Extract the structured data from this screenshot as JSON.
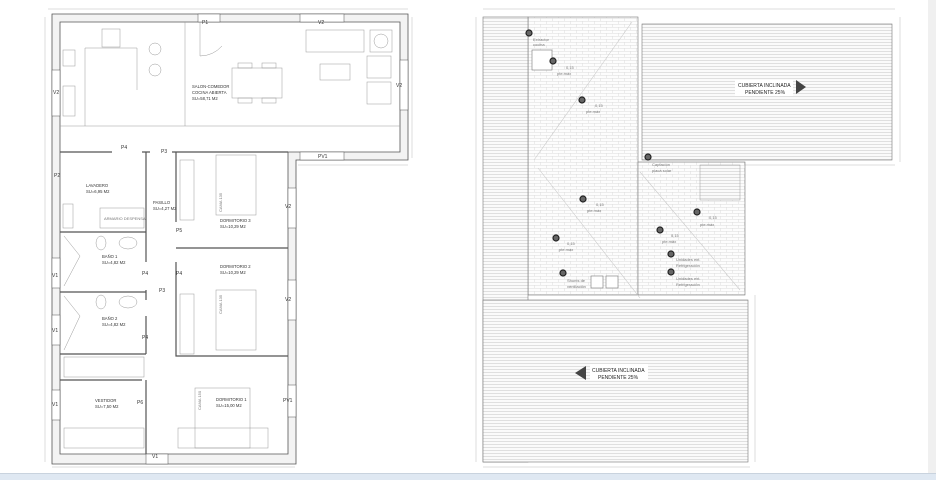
{
  "ground_floor": {
    "rooms": [
      {
        "name": "SALON-COMEDOR",
        "line2": "COCINA ABIERTA",
        "area": "SU=58,71 M2"
      },
      {
        "name": "LAVADERO",
        "area": "SU=6,95 M2"
      },
      {
        "name": "PASILLO",
        "area": "SU=4,27 M2"
      },
      {
        "name": "DORMITORIO 3",
        "area": "SU=10,29 M2"
      },
      {
        "name": "DORMITORIO 2",
        "area": "SU=10,29 M2"
      },
      {
        "name": "BAÑO 1",
        "area": "SU=4,82 M2"
      },
      {
        "name": "BAÑO 2",
        "area": "SU=4,82 M2"
      },
      {
        "name": "VESTIDOR",
        "area": "SU=7,50 M2"
      },
      {
        "name": "DORMITORIO 1",
        "area": "SU=15,00 M2"
      }
    ],
    "furniture_labels": {
      "pantry": "ARMARIO DESPENSA",
      "bed135": "CAMA 135",
      "bed150": "CAMA 150"
    },
    "openings": [
      "P1",
      "V2",
      "V2",
      "V2",
      "P4",
      "P3",
      "PV1",
      "P2",
      "V2",
      "P5",
      "P4",
      "P4",
      "P3",
      "V1",
      "V2",
      "V1",
      "P4",
      "V1",
      "P6",
      "PV1",
      "V1"
    ]
  },
  "roof_plan": {
    "roof_label_1": "CUBIERTA INCLINADA",
    "roof_slope_1": "PENDIENTE 25%",
    "roof_label_2": "CUBIERTA INCLINADA",
    "roof_slope_2": "PENDIENTE 25%",
    "notes": {
      "extractor_1": "Extractor",
      "extractor_2": "cocina",
      "slope_value": "0,15",
      "slope_label": "pte.máx",
      "solar_1": "Captación",
      "solar_2": "placa solar",
      "refrig_1": "Unidades ext.",
      "refrig_2": "Refrigeración",
      "vent_1": "Shunts de",
      "vent_2": "ventilación"
    },
    "colors": {
      "line": "#555555",
      "hatch": "#bbbbbb",
      "drain": "#333333"
    }
  }
}
